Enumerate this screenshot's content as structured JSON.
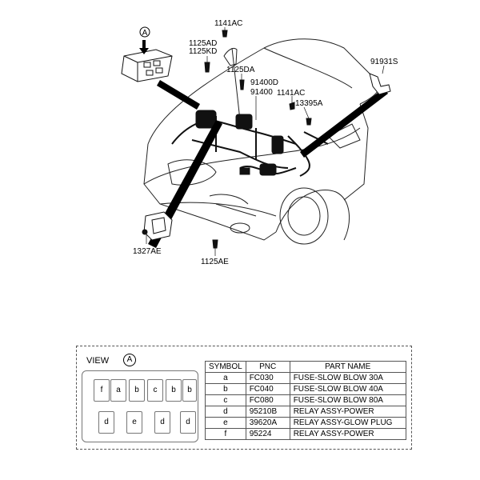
{
  "callouts": {
    "c1141AC_top": "1141AC",
    "c1125AD": "1125AD",
    "c1125KD": "1125KD",
    "c1125DA": "1125DA",
    "c91400D": "91400D",
    "c91400": "91400",
    "c1141AC_mid": "1141AC",
    "c13395A": "13395A",
    "c91931S": "91931S",
    "c1327AE": "1327AE",
    "c1125AE": "1125AE",
    "view_marker": "A"
  },
  "legend": {
    "view_label": "VIEW",
    "view_marker": "A",
    "fuses_top": [
      "f",
      "a",
      "b",
      "c",
      "b",
      "b"
    ],
    "fuses_bottom": [
      "d",
      "e",
      "d",
      "d"
    ],
    "table": {
      "headers": [
        "SYMBOL",
        "PNC",
        "PART NAME"
      ],
      "rows": [
        [
          "a",
          "FC030",
          "FUSE-SLOW BLOW 30A"
        ],
        [
          "b",
          "FC040",
          "FUSE-SLOW BLOW 40A"
        ],
        [
          "c",
          "FC080",
          "FUSE-SLOW BLOW 80A"
        ],
        [
          "d",
          "95210B",
          "RELAY ASSY-POWER"
        ],
        [
          "e",
          "39620A",
          "RELAY ASSY-GLOW PLUG"
        ],
        [
          "f",
          "95224",
          "RELAY ASSY-POWER"
        ]
      ]
    }
  }
}
